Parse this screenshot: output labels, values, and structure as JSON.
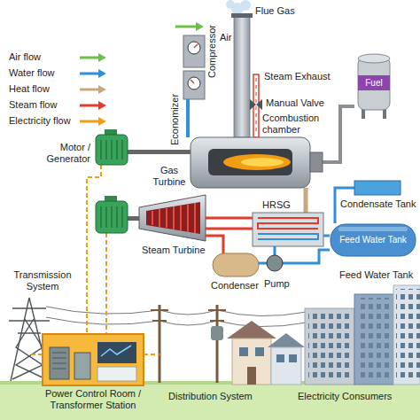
{
  "diagram": {
    "nodes": [
      {
        "text": [
          "Fuel"
        ]
      },
      {
        "text": [
          "Feed Water Tank"
        ]
      },
      {
        "text": [
          "Power Control Room / Transformer Station"
        ]
      }
    ],
    "labels": [
      "Flue Gas",
      "Air",
      "Compressor",
      "Steam Exhaust",
      "Manual Valve",
      "Ccombustion chamber",
      "Economizer",
      "Motor / Generator",
      "Gas Turbine",
      "HRSG",
      "Condensate Tank",
      "Steam Turbine",
      "Condenser",
      "Pump",
      "Feed Water Tank",
      "Transmission System",
      "Distribution System",
      "Electricity Consumers"
    ],
    "legend": [
      {
        "text": "Air flow"
      },
      {
        "text": "Water flow"
      },
      {
        "text": "Heat flow"
      },
      {
        "text": "Steam flow"
      },
      {
        "text": "Electricity flow"
      }
    ]
  }
}
